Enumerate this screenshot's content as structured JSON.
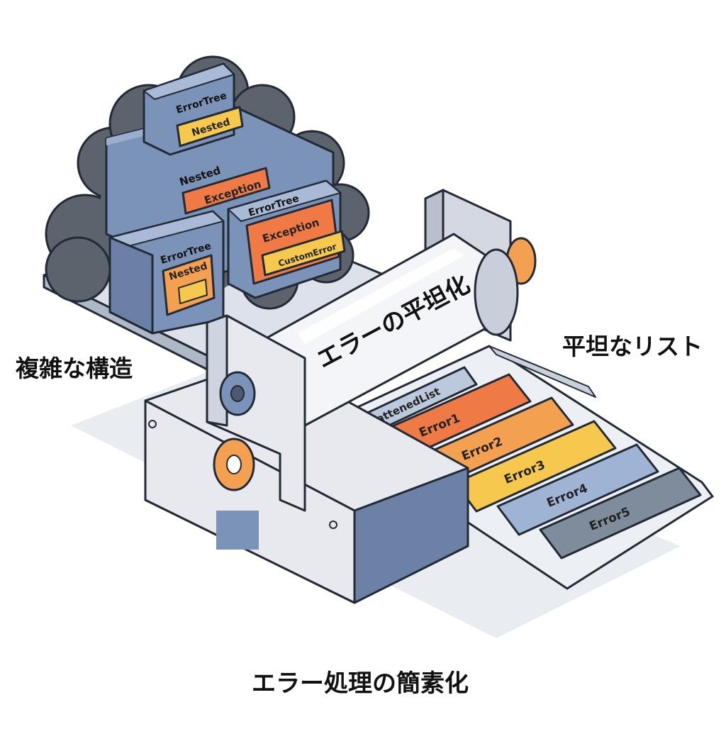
{
  "captions": {
    "left": "複雑な構造",
    "right": "平坦なリスト",
    "bottom": "エラー処理の簡素化"
  },
  "roller_label": "エラーの平坦化",
  "tree_blocks": {
    "top": {
      "title": "ErrorTree",
      "chip": "Nested"
    },
    "mid": {
      "title": "Nested",
      "chip": "Exception"
    },
    "left": {
      "title": "ErrorTree",
      "chip": "Nested"
    },
    "right": {
      "title": "ErrorTree",
      "chip1": "Exception",
      "chip2": "CustomError"
    }
  },
  "flat_list": {
    "header": "FlattenedList",
    "items": [
      {
        "label": "Error1",
        "color": "#ef7a45"
      },
      {
        "label": "Error2",
        "color": "#f3a050"
      },
      {
        "label": "Error3",
        "color": "#f6c94e"
      },
      {
        "label": "Error4",
        "color": "#9fb3d4"
      },
      {
        "label": "Error5",
        "color": "#7f8c9c"
      }
    ]
  },
  "colors": {
    "block_blue": "#7c93b9",
    "cloud_gray": "#5d636d",
    "accent_orange": "#ef7a45",
    "accent_yellow": "#f6c94e",
    "machine_light": "#e7e9ee",
    "outline": "#222a35"
  }
}
